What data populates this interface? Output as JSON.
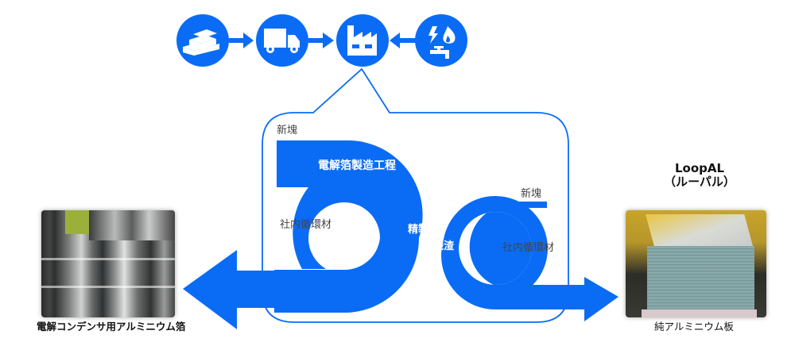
{
  "colors": {
    "primary_blue": "#0a6cf5",
    "text_dark": "#111111",
    "text_gray": "#444444",
    "background": "#ffffff"
  },
  "supply_chain": {
    "icons": [
      {
        "name": "aluminum-ingots-icon"
      },
      {
        "name": "delivery-truck-icon"
      },
      {
        "name": "factory-icon"
      },
      {
        "name": "utilities-power-gas-water-icon"
      }
    ]
  },
  "process": {
    "big_loop_title": "電解箔製造工程",
    "new_ingot_top": "新塊",
    "internal_recycle_left": "社内循環材",
    "refining": "精製",
    "residue": "残渣",
    "new_ingot_right": "新塊",
    "internal_recycle_right": "社内循環材"
  },
  "products": {
    "left": {
      "caption": "電解コンデンサ用アルミニウム箔"
    },
    "right": {
      "brand_name": "LoopAL",
      "brand_reading": "（ルーパル）",
      "caption": "純アルミニウム板"
    }
  }
}
